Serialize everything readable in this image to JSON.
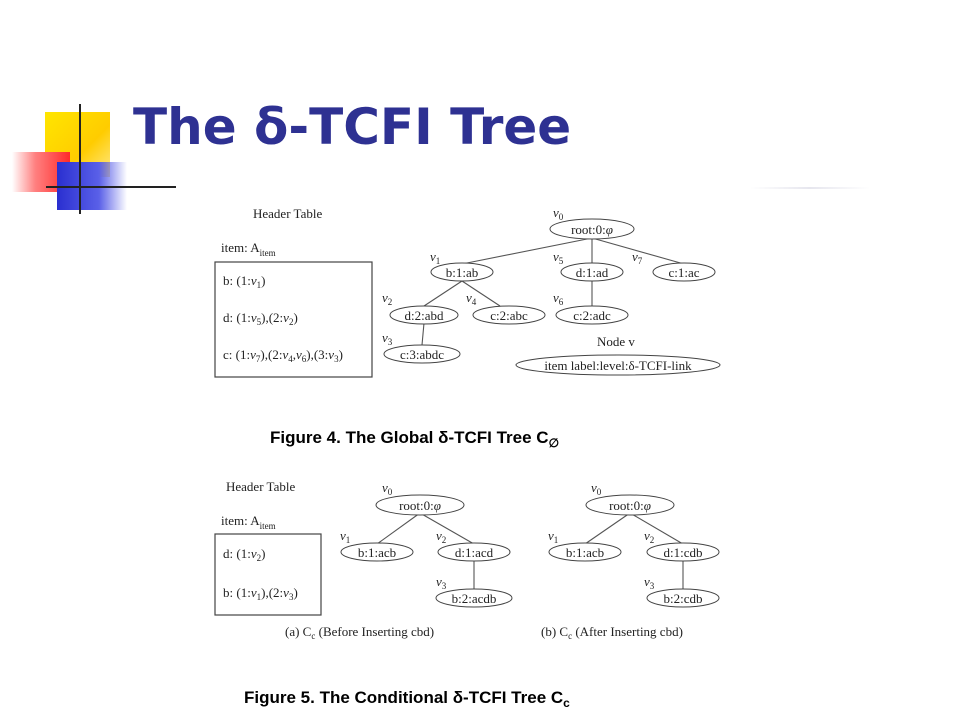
{
  "slide": {
    "title": "The δ-TCFI Tree"
  },
  "fig4": {
    "header_table_label": "Header Table",
    "item_label": "item: A",
    "item_sub": "item",
    "rows": [
      {
        "letter": "b:",
        "entries": [
          {
            "level": "1",
            "node": "1"
          }
        ]
      },
      {
        "letter": "d:",
        "entries": [
          {
            "level": "1",
            "node": "5"
          },
          {
            "level": "2",
            "node": "2"
          }
        ]
      },
      {
        "letter": "c:",
        "entries": [
          {
            "level": "1",
            "node": "7"
          },
          {
            "level": "2",
            "node": "4",
            "node2": "6"
          },
          {
            "level": "3",
            "node": "3"
          }
        ]
      }
    ],
    "nodes": [
      {
        "id": "v0",
        "var_sub": "0",
        "label": "root:0:",
        "phi": "φ"
      },
      {
        "id": "v1",
        "var_sub": "1",
        "label": "b:1:ab"
      },
      {
        "id": "v5",
        "var_sub": "5",
        "label": "d:1:ad"
      },
      {
        "id": "v7",
        "var_sub": "7",
        "label": "c:1:ac"
      },
      {
        "id": "v2",
        "var_sub": "2",
        "label": "d:2:abd"
      },
      {
        "id": "v4",
        "var_sub": "4",
        "label": "c:2:abc"
      },
      {
        "id": "v6",
        "var_sub": "6",
        "label": "c:2:adc"
      },
      {
        "id": "v3",
        "var_sub": "3",
        "label": "c:3:abdc"
      }
    ],
    "legend_title": "Node v",
    "legend_body": "item label:level:δ-TCFI-link",
    "caption": "Figure 4. The Global δ-TCFI Tree C",
    "caption_sub": "∅"
  },
  "fig5": {
    "header_table_label": "Header Table",
    "item_label": "item: A",
    "item_sub": "item",
    "rows": [
      {
        "letter": "d:",
        "entries": [
          {
            "level": "1",
            "node": "2"
          }
        ]
      },
      {
        "letter": "b:",
        "entries": [
          {
            "level": "1",
            "node": "1"
          },
          {
            "level": "2",
            "node": "3"
          }
        ]
      }
    ],
    "tree_a": {
      "nodes": [
        {
          "var_sub": "0",
          "label": "root:0:",
          "phi": "φ"
        },
        {
          "var_sub": "1",
          "label": "b:1:acb"
        },
        {
          "var_sub": "2",
          "label": "d:1:acd"
        },
        {
          "var_sub": "3",
          "label": "b:2:acdb"
        }
      ],
      "caption": "(a) C",
      "caption_sub": "c",
      "caption_rest": " (Before Inserting cbd)"
    },
    "tree_b": {
      "nodes": [
        {
          "var_sub": "0",
          "label": "root:0:",
          "phi": "φ"
        },
        {
          "var_sub": "1",
          "label": "b:1:acb"
        },
        {
          "var_sub": "2",
          "label": "d:1:cdb"
        },
        {
          "var_sub": "3",
          "label": "b:2:cdb"
        }
      ],
      "caption": "(b) C",
      "caption_sub": "c",
      "caption_rest": " (After Inserting cbd)"
    },
    "caption": "Figure 5. The Conditional δ-TCFI Tree C",
    "caption_sub": "c"
  },
  "colors": {
    "title": "#2e3192",
    "deco_yellow": "#ffd200",
    "deco_blue": "#3a3fd6",
    "deco_red": "#ff3030"
  }
}
